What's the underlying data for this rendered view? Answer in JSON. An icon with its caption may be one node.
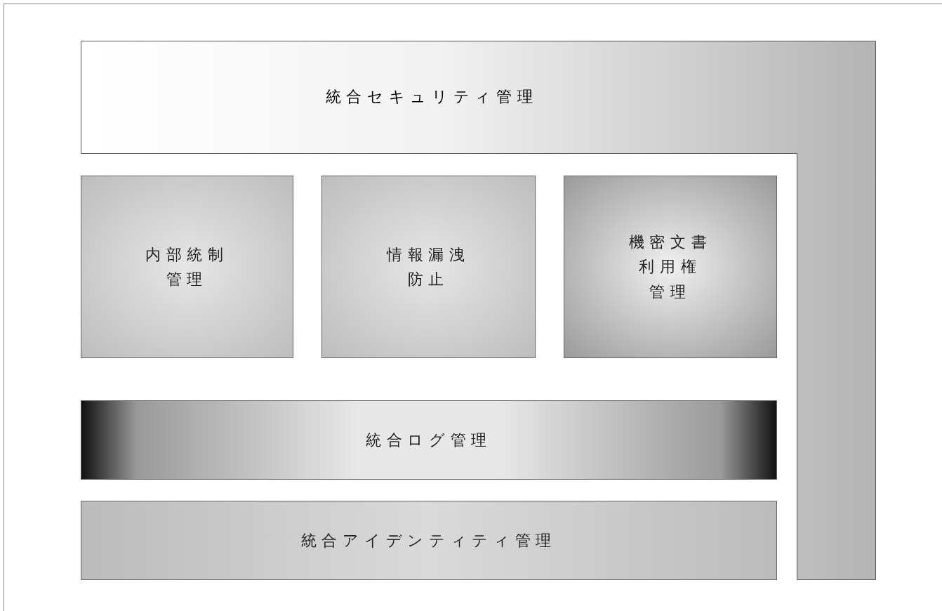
{
  "diagram": {
    "nodes": [
      {
        "text": [
          "統合セキュリティ管理"
        ]
      },
      {
        "text": [
          "内部統制管理"
        ]
      },
      {
        "text": [
          "情報漏洩防止"
        ]
      },
      {
        "text": [
          "機密文書利用権管理"
        ]
      },
      {
        "text": [
          "統合ログ管理"
        ]
      },
      {
        "text": [
          "統合アイデンティティ管理"
        ]
      }
    ]
  }
}
